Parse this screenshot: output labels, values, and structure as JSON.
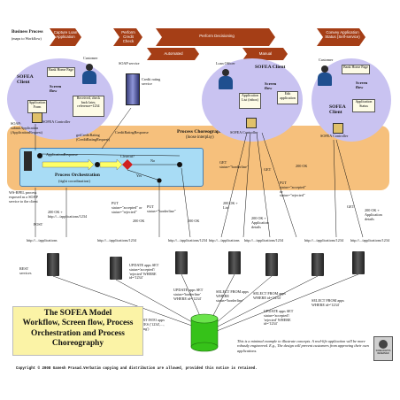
{
  "header": {
    "business_process_title": "Business Process",
    "business_process_subtitle": "(maps to Workflow)",
    "arrows": [
      {
        "text": "Capture Loan Application"
      },
      {
        "text": "Perform Credit Check"
      },
      {
        "text": "Perform Decisioning"
      },
      {
        "text": "Convey Application Status (Self-service)"
      }
    ],
    "automated_label": "Automated",
    "manual_label": "Manual"
  },
  "clients": {
    "left": {
      "title": "SOFEA Client",
      "customer_label": "Customer",
      "bank_home_page": "Bank Home Page",
      "screen_flow": "Screen flow",
      "application_form": "Application Form",
      "received_box": "Received, check back later, reference=1234",
      "controller": "SOFEA Controller"
    },
    "middle": {
      "title": "SOFEA Client",
      "loan_officer_label": "Loan Officer",
      "app_list": "Application List (inbox)",
      "screen_flow": "Screen flow",
      "edit_app": "Edit application",
      "controller": "SOFEA Controller"
    },
    "right": {
      "title": "SOFEA Client",
      "customer_label": "Customer",
      "bank_home_page": "Bank Home Page",
      "screen_flow": "Screen flow",
      "app_status": "Application Status",
      "controller": "SOFEA Controller"
    }
  },
  "soap_service": {
    "label": "SOAP service",
    "credit_rating_service": "Credit rating service"
  },
  "choreography": {
    "title": "Process Choreography",
    "subtitle": "(loose interplay)",
    "orchestration_title": "Process Orchestration",
    "orchestration_subtitle": "(tight coordination)",
    "clearcut": "Clearcut?",
    "no": "No",
    "yes": "Yes",
    "application_response": "ApplicationResponse",
    "get_credit_rating": "getCreditRating (CreditRatingRequest)",
    "credit_rating_response": "CreditRatingResponse",
    "soap_submit": "SOAP: submitApplication (ApplicationRequest)"
  },
  "labels": {
    "wsbpel": "WS-BPEL process exposed as a SOAP service to the client",
    "ok_200_apps": "200 OK + http://.../applications/1234",
    "post_apps": "POST",
    "post_url": "http://.../applications",
    "put_accepted": "PUT status=\"accepted\" or status=\"rejected\"",
    "put_borderline": "PUT status=\"borderline\"",
    "ok_200": "200 OK",
    "get_borderline": "GET status=\"borderline\"",
    "ok_200_list": "200 OK + List",
    "get": "GET",
    "ok_200_details": "200 OK + Application details",
    "put_accepted_rejected": "PUT status=\"accepted\" or status=\"rejected\"",
    "url_1234": "http://.../applications/1234",
    "url_apps": "http://.../applications",
    "rest_services": "REST services"
  },
  "sql": {
    "update_accepted": "UPDATE apps SET status='accepted'/ 'rejected' WHERE id='1234'",
    "update_borderline": "UPDATE apps SET status='borderline' WHERE id='1234'",
    "select_borderline": "SELECT FROM apps WHERE status='borderline'",
    "select_id": "SELECT FROM apps WHERE id='1234'",
    "update_apps2": "UPDATE apps SET status='accepted'/ 'rejected' WHERE id='1234'",
    "select_id2": "SELECT FROM apps WHERE id='1234'",
    "insert": "INSERT INTO apps VALUES ('1234',..., 'pending')"
  },
  "title_box": {
    "line1": "The SOFEA Model",
    "line2": "Workflow, Screen flow, Process",
    "line3": "Orchestration and Process",
    "line4": "Choreography"
  },
  "note": "This is a minimal example to illustrate concepts. A real-life application will be more robustly engineered. E.g., The design will prevent customers from approving their own applications.",
  "copyright": "Copyright © 2008 Ganesh Prasad.Verbatim copying and distribution are allowed, provided this notice is retained.",
  "license_badge": "SOME RIGHTS RESERVED",
  "colors": {
    "header_arrow": "#a53e16",
    "client_circle": "#c9c3f1",
    "choreography_band": "#f6c07c",
    "orchestration_box": "#a8dcf5",
    "title_box": "#fbf3a6",
    "db_green": "#36c219"
  }
}
